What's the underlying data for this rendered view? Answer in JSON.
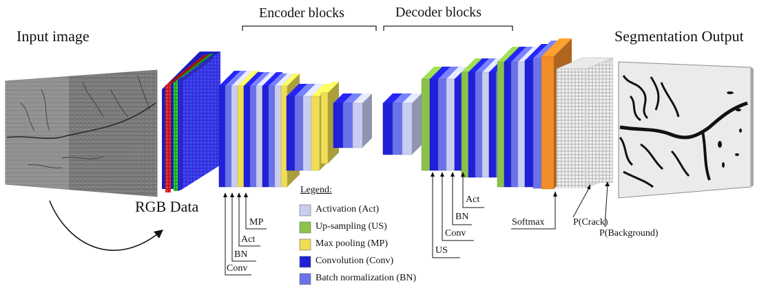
{
  "titles": {
    "input": "Input image",
    "output": "Segmentation Output",
    "rgb": "RGB Data",
    "encoder": "Encoder blocks",
    "decoder": "Decoder blocks"
  },
  "legend": {
    "title": "Legend:",
    "items": [
      {
        "label": "Activation (Act)",
        "color": "#c9cdf2"
      },
      {
        "label": "Up-sampling (US)",
        "color": "#8bc34a"
      },
      {
        "label": "Max pooling (MP)",
        "color": "#eedd55"
      },
      {
        "label": "Convolution (Conv)",
        "color": "#2020d8"
      },
      {
        "label": "Batch normalization (BN)",
        "color": "#6a72ea"
      }
    ]
  },
  "encoder_callouts": {
    "conv": "Conv",
    "bn": "BN",
    "act": "Act",
    "mp": "MP"
  },
  "decoder_callouts": {
    "us": "US",
    "conv": "Conv",
    "bn": "BN",
    "act": "Act"
  },
  "softmax": "Softmax",
  "probabilities": {
    "crack": "P(Crack)",
    "background": "P(Background)"
  },
  "colors": {
    "conv": "#2020d8",
    "bn": "#6a72ea",
    "act": "#c9cdf2",
    "mp": "#eedd55",
    "us": "#8bc34a",
    "softmax": "#f28c28",
    "red": "#e02020",
    "green": "#22cc22"
  }
}
